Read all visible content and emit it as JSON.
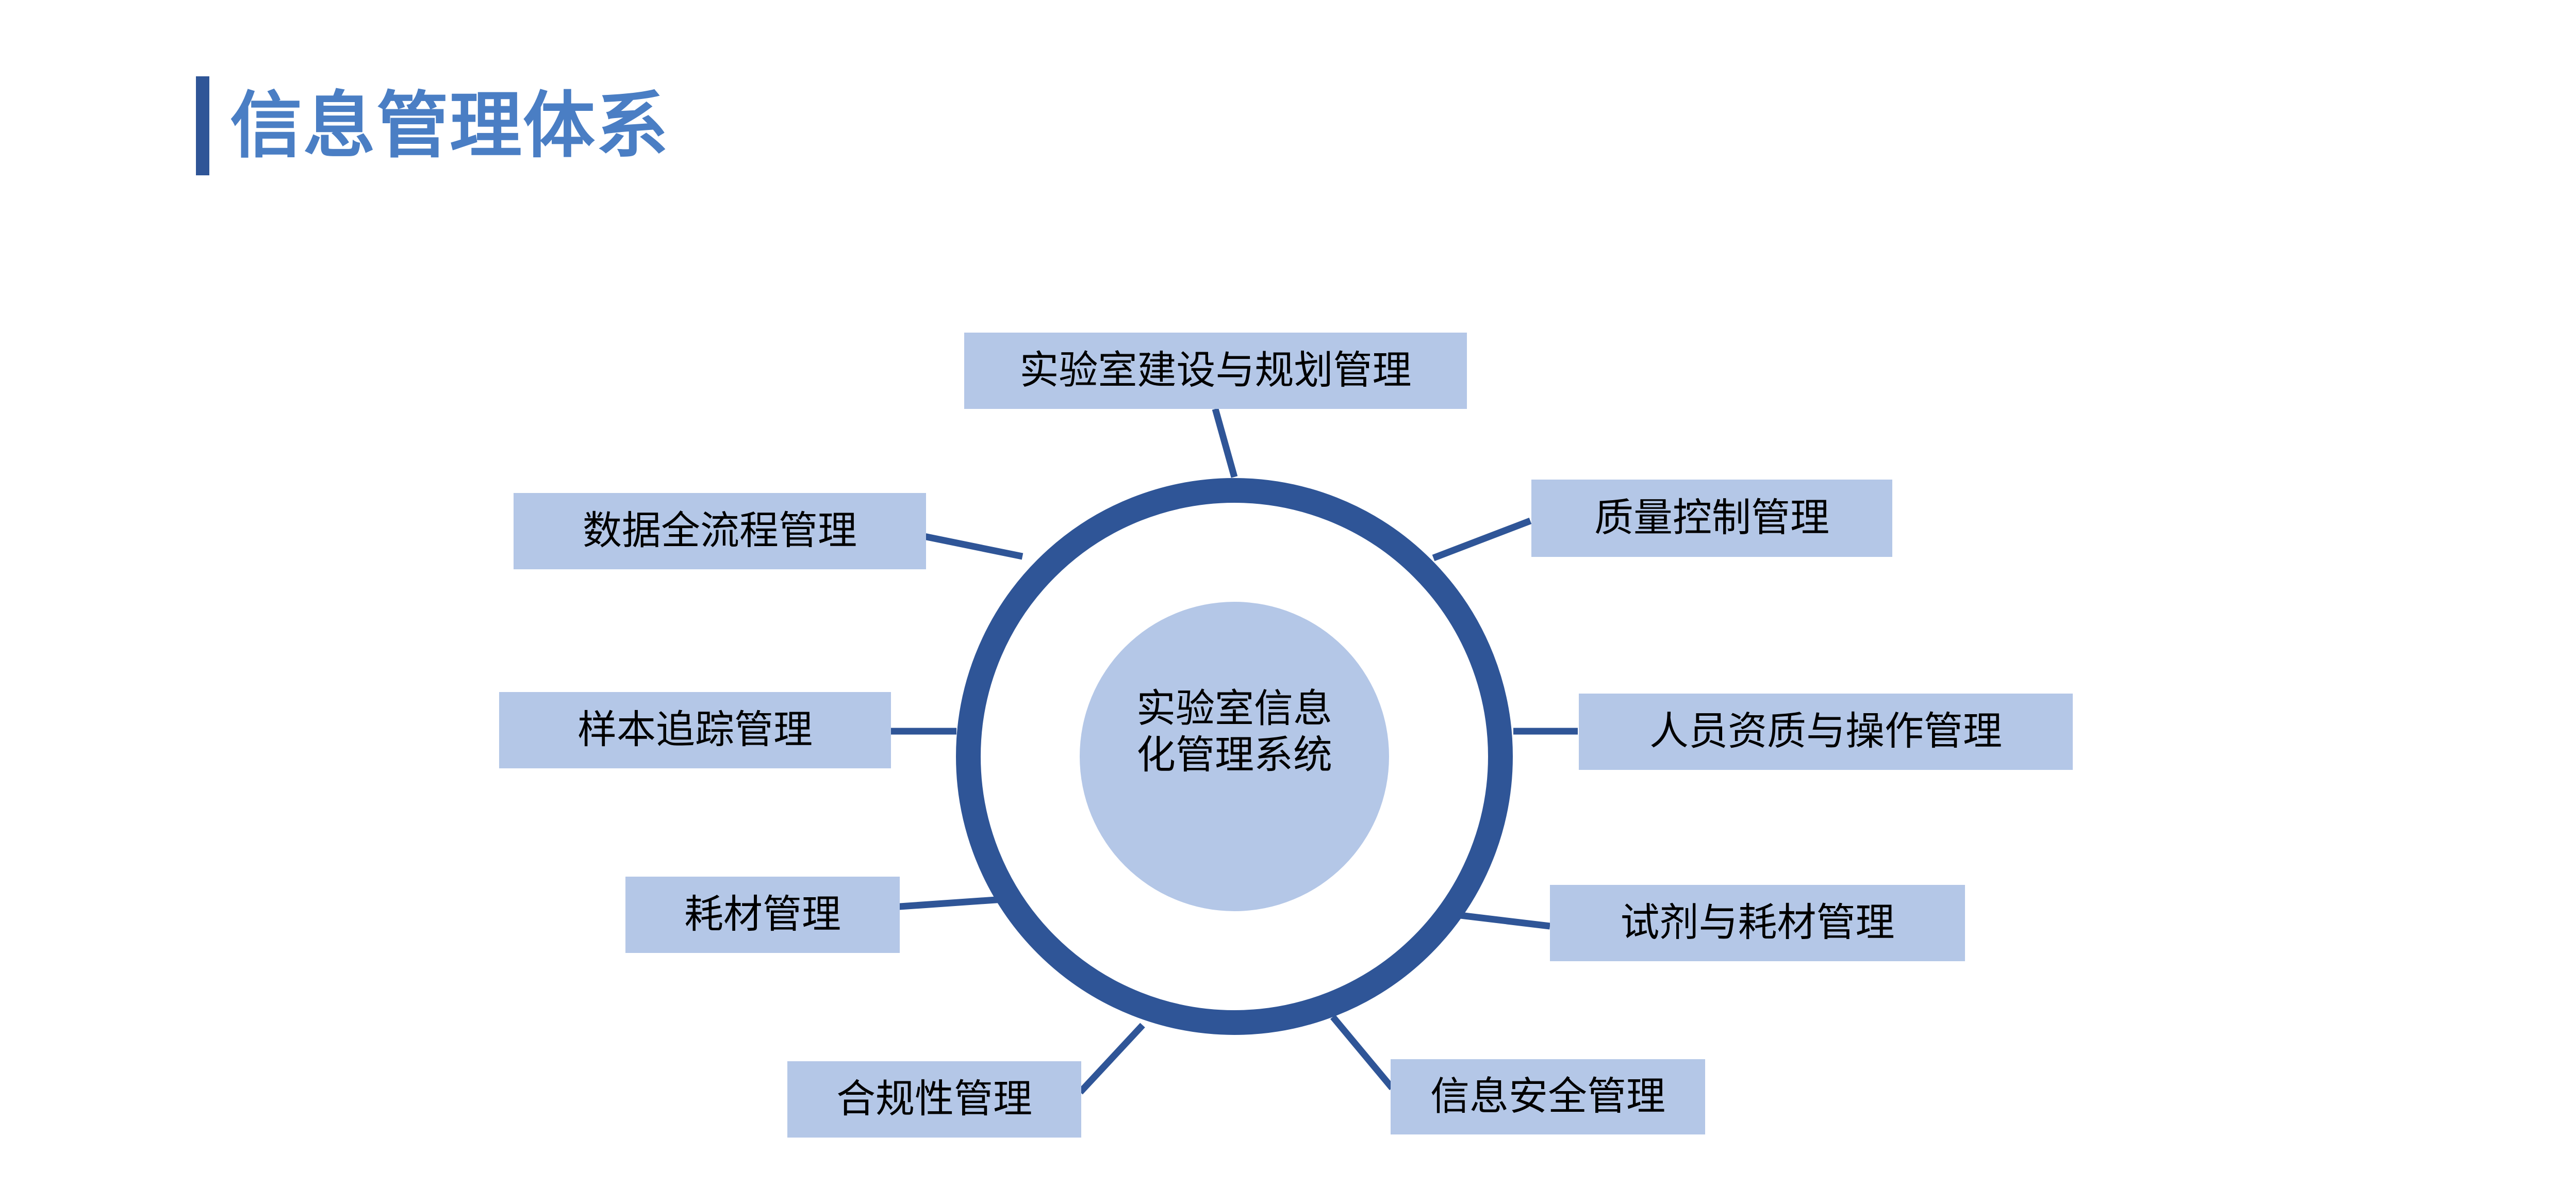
{
  "slide": {
    "background_color": "#ffffff",
    "title": "信息管理体系",
    "title_color": "#4a7ec4",
    "title_accent_bar_color": "#2f5597"
  },
  "diagram": {
    "type": "hub-and-spoke",
    "ring_color": "#2f5597",
    "inner_circle_color": "#b4c7e7",
    "node_box_color": "#b4c7e7",
    "node_text_color": "#000000",
    "connector_color": "#2f5597",
    "center": {
      "line1": "实验室信息",
      "line2": "化管理系统",
      "full_text": "实验室信息化管理系统"
    },
    "nodes": [
      {
        "id": "lab-construction-planning",
        "label": "实验室建设与规划管理",
        "position": "top"
      },
      {
        "id": "quality-control",
        "label": "质量控制管理",
        "position": "top-right"
      },
      {
        "id": "personnel-qualification",
        "label": "人员资质与操作管理",
        "position": "right"
      },
      {
        "id": "reagent-consumable",
        "label": "试剂与耗材管理",
        "position": "bottom-right"
      },
      {
        "id": "information-security",
        "label": "信息安全管理",
        "position": "bottom"
      },
      {
        "id": "compliance",
        "label": "合规性管理",
        "position": "bottom-left"
      },
      {
        "id": "consumable",
        "label": "耗材管理",
        "position": "left-lower"
      },
      {
        "id": "sample-tracking",
        "label": "样本追踪管理",
        "position": "left"
      },
      {
        "id": "data-lifecycle",
        "label": "数据全流程管理",
        "position": "top-left"
      }
    ]
  }
}
